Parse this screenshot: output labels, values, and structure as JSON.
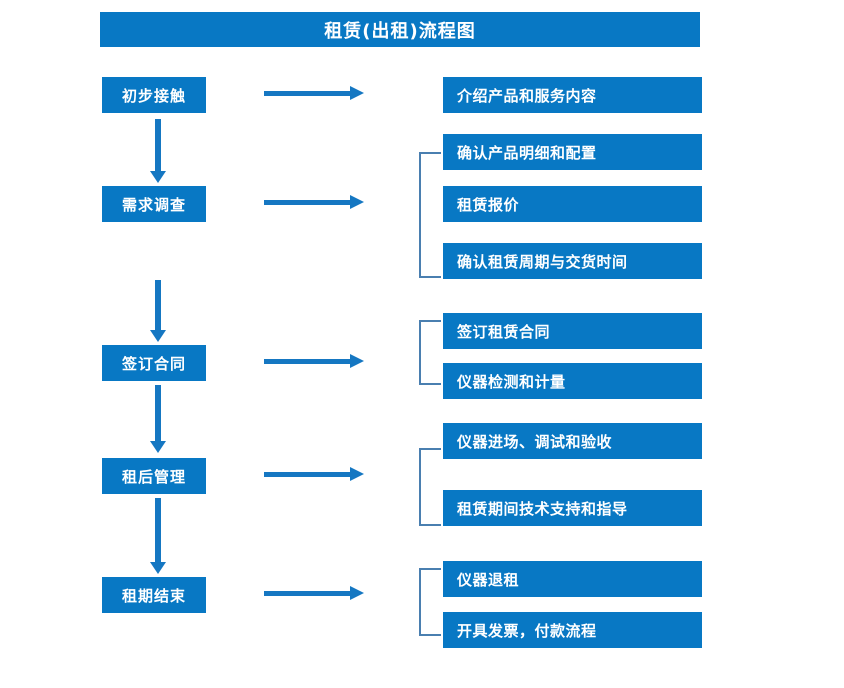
{
  "title": "租赁(出租)流程图",
  "colors": {
    "box_blue": "#0878c4",
    "arrow_blue": "#1577c2",
    "bracket_blue": "#4a7fb0",
    "text_white": "#ffffff",
    "background": "#ffffff"
  },
  "stages": [
    {
      "id": "stage-1",
      "label": "初步接触"
    },
    {
      "id": "stage-2",
      "label": "需求调查"
    },
    {
      "id": "stage-3",
      "label": "签订合同"
    },
    {
      "id": "stage-4",
      "label": "租后管理"
    },
    {
      "id": "stage-5",
      "label": "租期结束"
    }
  ],
  "details": [
    {
      "id": "detail-1-1",
      "label": "介绍产品和服务内容"
    },
    {
      "id": "detail-2-1",
      "label": "确认产品明细和配置"
    },
    {
      "id": "detail-2-2",
      "label": "租赁报价"
    },
    {
      "id": "detail-2-3",
      "label": "确认租赁周期与交货时间"
    },
    {
      "id": "detail-3-1",
      "label": "签订租赁合同"
    },
    {
      "id": "detail-3-2",
      "label": "仪器检测和计量"
    },
    {
      "id": "detail-4-1",
      "label": "仪器进场、调试和验收"
    },
    {
      "id": "detail-4-2",
      "label": "租赁期间技术支持和指导"
    },
    {
      "id": "detail-5-1",
      "label": "仪器退租"
    },
    {
      "id": "detail-5-2",
      "label": "开具发票，付款流程"
    }
  ],
  "connectors": {
    "horizontal_arrow_name": "stage-to-details-arrow",
    "vertical_arrow_name": "stage-to-stage-arrow",
    "bracket_name": "detail-group-bracket"
  }
}
